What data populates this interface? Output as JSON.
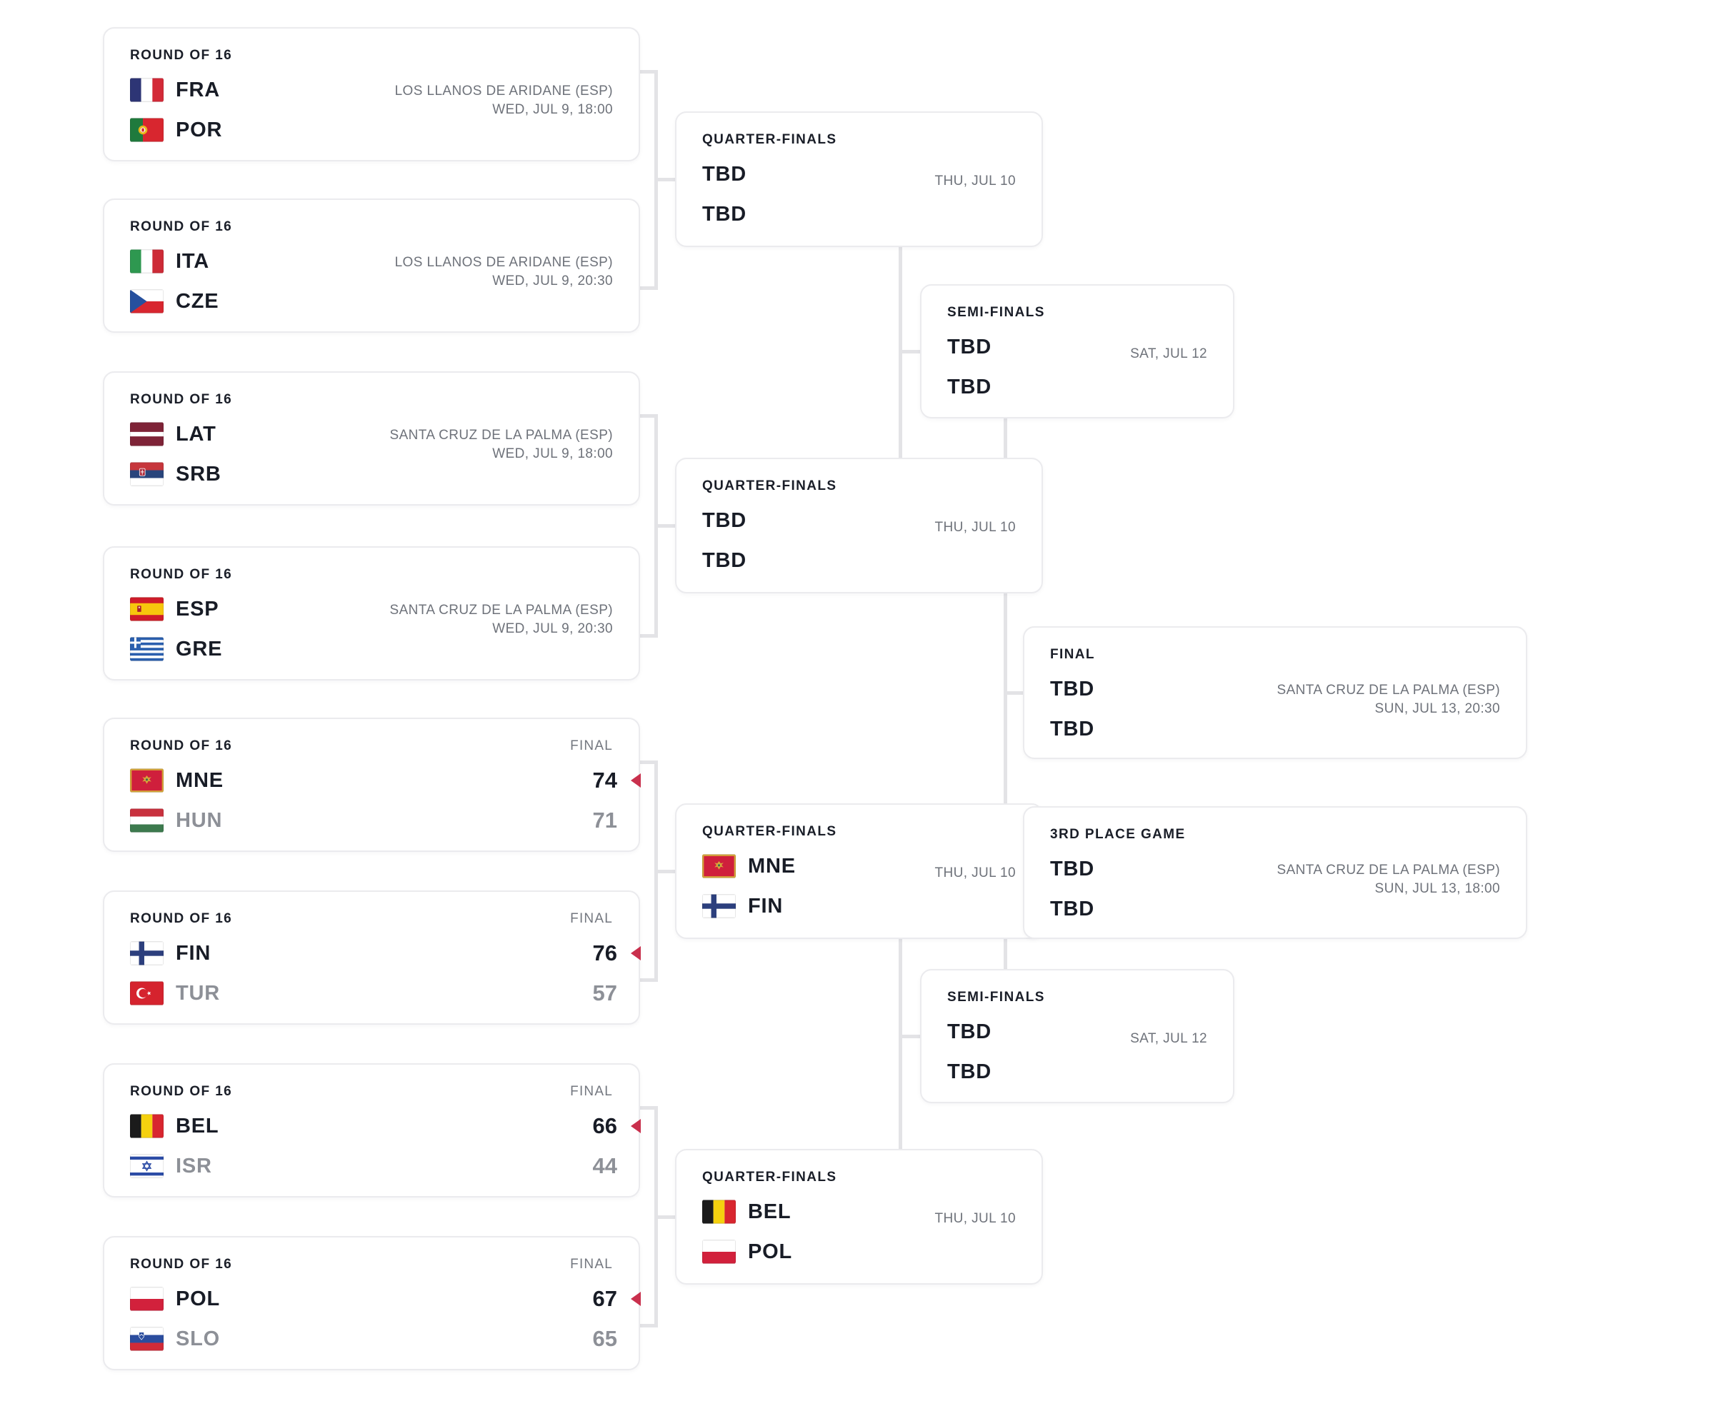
{
  "colors": {
    "accent_red": "#c9304d",
    "connector_line": "#e3e3e6",
    "text_dark": "#181c26",
    "text_gray": "#6e727a",
    "text_loser": "#8d9097",
    "card_border": "#ebebee"
  },
  "bracket": {
    "round_of_16": [
      {
        "stage": "ROUND OF 16",
        "status": "",
        "teams": [
          {
            "code": "FRA",
            "flag": "fra"
          },
          {
            "code": "POR",
            "flag": "por"
          }
        ],
        "info_lines": [
          "LOS LLANOS DE ARIDANE (ESP)",
          "WED, JUL 9, 18:00"
        ]
      },
      {
        "stage": "ROUND OF 16",
        "status": "",
        "teams": [
          {
            "code": "ITA",
            "flag": "ita"
          },
          {
            "code": "CZE",
            "flag": "cze"
          }
        ],
        "info_lines": [
          "LOS LLANOS DE ARIDANE (ESP)",
          "WED, JUL 9, 20:30"
        ]
      },
      {
        "stage": "ROUND OF 16",
        "status": "",
        "teams": [
          {
            "code": "LAT",
            "flag": "lat"
          },
          {
            "code": "SRB",
            "flag": "srb"
          }
        ],
        "info_lines": [
          "SANTA CRUZ DE LA PALMA (ESP)",
          "WED, JUL 9, 18:00"
        ]
      },
      {
        "stage": "ROUND OF 16",
        "status": "",
        "teams": [
          {
            "code": "ESP",
            "flag": "esp"
          },
          {
            "code": "GRE",
            "flag": "gre"
          }
        ],
        "info_lines": [
          "SANTA CRUZ DE LA PALMA (ESP)",
          "WED, JUL 9, 20:30"
        ]
      },
      {
        "stage": "ROUND OF 16",
        "status": "FINAL",
        "teams": [
          {
            "code": "MNE",
            "flag": "mne",
            "score": "74",
            "winner": true
          },
          {
            "code": "HUN",
            "flag": "hun",
            "score": "71"
          }
        ],
        "info_lines": []
      },
      {
        "stage": "ROUND OF 16",
        "status": "FINAL",
        "teams": [
          {
            "code": "FIN",
            "flag": "fin",
            "score": "76",
            "winner": true
          },
          {
            "code": "TUR",
            "flag": "tur",
            "score": "57"
          }
        ],
        "info_lines": []
      },
      {
        "stage": "ROUND OF 16",
        "status": "FINAL",
        "teams": [
          {
            "code": "BEL",
            "flag": "bel",
            "score": "66",
            "winner": true
          },
          {
            "code": "ISR",
            "flag": "isr",
            "score": "44"
          }
        ],
        "info_lines": []
      },
      {
        "stage": "ROUND OF 16",
        "status": "FINAL",
        "teams": [
          {
            "code": "POL",
            "flag": "pol",
            "score": "67",
            "winner": true
          },
          {
            "code": "SLO",
            "flag": "slo",
            "score": "65"
          }
        ],
        "info_lines": []
      }
    ],
    "quarter_finals": [
      {
        "stage": "QUARTER-FINALS",
        "status": "",
        "teams": [
          {
            "tbd": "TBD"
          },
          {
            "tbd": "TBD"
          }
        ],
        "info_lines": [
          "THU, JUL 10"
        ]
      },
      {
        "stage": "QUARTER-FINALS",
        "status": "",
        "teams": [
          {
            "tbd": "TBD"
          },
          {
            "tbd": "TBD"
          }
        ],
        "info_lines": [
          "THU, JUL 10"
        ]
      },
      {
        "stage": "QUARTER-FINALS",
        "status": "",
        "teams": [
          {
            "code": "MNE",
            "flag": "mne"
          },
          {
            "code": "FIN",
            "flag": "fin"
          }
        ],
        "info_lines": [
          "THU, JUL 10"
        ]
      },
      {
        "stage": "QUARTER-FINALS",
        "status": "",
        "teams": [
          {
            "code": "BEL",
            "flag": "bel"
          },
          {
            "code": "POL",
            "flag": "pol"
          }
        ],
        "info_lines": [
          "THU, JUL 10"
        ]
      }
    ],
    "semi_finals": [
      {
        "stage": "SEMI-FINALS",
        "status": "",
        "teams": [
          {
            "tbd": "TBD"
          },
          {
            "tbd": "TBD"
          }
        ],
        "info_lines": [
          "SAT, JUL 12"
        ]
      },
      {
        "stage": "SEMI-FINALS",
        "status": "",
        "teams": [
          {
            "tbd": "TBD"
          },
          {
            "tbd": "TBD"
          }
        ],
        "info_lines": [
          "SAT, JUL 12"
        ]
      }
    ],
    "final": {
      "stage": "FINAL",
      "status": "",
      "teams": [
        {
          "tbd": "TBD"
        },
        {
          "tbd": "TBD"
        }
      ],
      "info_lines": [
        "SANTA CRUZ DE LA PALMA (ESP)",
        "SUN, JUL 13, 20:30"
      ]
    },
    "third_place": {
      "stage": "3RD PLACE GAME",
      "status": "",
      "teams": [
        {
          "tbd": "TBD"
        },
        {
          "tbd": "TBD"
        }
      ],
      "info_lines": [
        "SANTA CRUZ DE LA PALMA (ESP)",
        "SUN, JUL 13, 18:00"
      ]
    }
  }
}
